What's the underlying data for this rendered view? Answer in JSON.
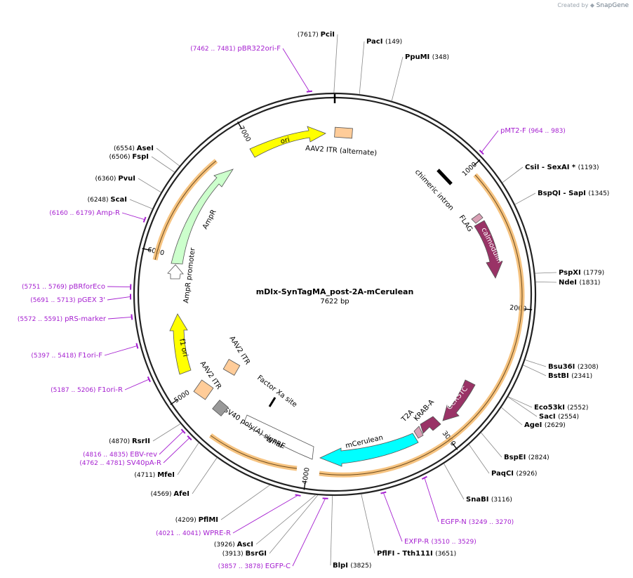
{
  "credit": {
    "prefix": "Created by",
    "brand": "SnapGene"
  },
  "plasmid": {
    "name": "mDlx-SynTagMA_post-2A-mCerulean",
    "length_label": "7622 bp",
    "length": 7622
  },
  "ticks": [
    {
      "pos": 1000,
      "label": "1000"
    },
    {
      "pos": 2000,
      "label": "2000"
    },
    {
      "pos": 3000,
      "label": "3000"
    },
    {
      "pos": 4000,
      "label": "4000"
    },
    {
      "pos": 5000,
      "label": "5000"
    },
    {
      "pos": 6000,
      "label": "6000"
    },
    {
      "pos": 7000,
      "label": "7000"
    }
  ],
  "enzymes": [
    {
      "pos": 7617,
      "name": "PciI",
      "num": "(7617)",
      "side": "left"
    },
    {
      "pos": 149,
      "name": "PacI",
      "num": "(149)",
      "side": "right"
    },
    {
      "pos": 348,
      "name": "PpuMI",
      "num": "(348)",
      "side": "right"
    },
    {
      "pos": 1193,
      "name": "CsiI  - SexAI *",
      "num": "(1193)",
      "side": "right"
    },
    {
      "pos": 1345,
      "name": "BspQI  - SapI",
      "num": "(1345)",
      "side": "right"
    },
    {
      "pos": 1779,
      "name": "PspXI",
      "num": "(1779)",
      "side": "right"
    },
    {
      "pos": 1831,
      "name": "NdeI",
      "num": "(1831)",
      "side": "right"
    },
    {
      "pos": 2308,
      "name": "Bsu36I",
      "num": "(2308)",
      "side": "right"
    },
    {
      "pos": 2341,
      "name": "BstBI",
      "num": "(2341)",
      "side": "right"
    },
    {
      "pos": 2552,
      "name": "Eco53kI",
      "num": "(2552)",
      "side": "right"
    },
    {
      "pos": 2554,
      "name": "SacI",
      "num": "(2554)",
      "side": "right"
    },
    {
      "pos": 2629,
      "name": "AgeI",
      "num": "(2629)",
      "side": "right"
    },
    {
      "pos": 2824,
      "name": "BspEI",
      "num": "(2824)",
      "side": "right"
    },
    {
      "pos": 2926,
      "name": "PaqCI",
      "num": "(2926)",
      "side": "right"
    },
    {
      "pos": 3116,
      "name": "SnaBI",
      "num": "(3116)",
      "side": "right"
    },
    {
      "pos": 3651,
      "name": "PflFI  - Tth111I",
      "num": "(3651)",
      "side": "right"
    },
    {
      "pos": 3825,
      "name": "BlpI",
      "num": "(3825)",
      "side": "right"
    },
    {
      "pos": 3913,
      "name": "BsrGI",
      "num": "(3913)",
      "side": "left"
    },
    {
      "pos": 3926,
      "name": "AscI",
      "num": "(3926)",
      "side": "left"
    },
    {
      "pos": 4209,
      "name": "PflMI",
      "num": "(4209)",
      "side": "left"
    },
    {
      "pos": 4569,
      "name": "AfeI",
      "num": "(4569)",
      "side": "left"
    },
    {
      "pos": 4711,
      "name": "MfeI",
      "num": "(4711)",
      "side": "left"
    },
    {
      "pos": 4870,
      "name": "RsrII",
      "num": "(4870)",
      "side": "left"
    },
    {
      "pos": 6248,
      "name": "ScaI",
      "num": "(6248)",
      "side": "left"
    },
    {
      "pos": 6360,
      "name": "PvuI",
      "num": "(6360)",
      "side": "left"
    },
    {
      "pos": 6506,
      "name": "FspI",
      "num": "(6506)",
      "side": "left"
    },
    {
      "pos": 6554,
      "name": "AseI",
      "num": "(6554)",
      "side": "left"
    }
  ],
  "primers": [
    {
      "pos": 7471,
      "name": "pBR322ori-F",
      "range": "(7462 .. 7481)",
      "side": "left"
    },
    {
      "pos": 973,
      "name": "pMT2-F",
      "range": "(964 .. 983)",
      "side": "right"
    },
    {
      "pos": 3259,
      "name": "EGFP-N",
      "range": "(3249 .. 3270)",
      "side": "right"
    },
    {
      "pos": 3519,
      "name": "EXFP-R",
      "range": "(3510 .. 3529)",
      "side": "right"
    },
    {
      "pos": 3867,
      "name": "EGFP-C",
      "range": "(3857 .. 3878)",
      "side": "left"
    },
    {
      "pos": 4031,
      "name": "WPRE-R",
      "range": "(4021 .. 4041)",
      "side": "left"
    },
    {
      "pos": 4771,
      "name": "SV40pA-R",
      "range": "(4762 .. 4781)",
      "side": "left"
    },
    {
      "pos": 4825,
      "name": "EBV-rev",
      "range": "(4816 .. 4835)",
      "side": "left"
    },
    {
      "pos": 5196,
      "name": "F1ori-R",
      "range": "(5187 .. 5206)",
      "side": "left"
    },
    {
      "pos": 5407,
      "name": "F1ori-F",
      "range": "(5397 .. 5418)",
      "side": "left"
    },
    {
      "pos": 5581,
      "name": "pRS-marker",
      "range": "(5572 .. 5591)",
      "side": "left"
    },
    {
      "pos": 5702,
      "name": "pGEX 3'",
      "range": "(5691 .. 5713)",
      "side": "left"
    },
    {
      "pos": 5760,
      "name": "pBRforEco",
      "range": "(5751 .. 5769)",
      "side": "left"
    },
    {
      "pos": 6170,
      "name": "Amp-R",
      "range": "(6160 .. 6179)",
      "side": "left"
    }
  ],
  "features": [
    {
      "name": "ori",
      "label": "ori",
      "start": 7290,
      "end": 7540,
      "type": "arrow",
      "color": "#ffff00"
    },
    {
      "name": "aav2-itr-alternate",
      "label": "AAV2 ITR (alternate)",
      "type": "box",
      "color": "#ffcc99"
    },
    {
      "name": "chimeric-intron",
      "label": "chimeric intron",
      "type": "bar",
      "color": "#000000"
    },
    {
      "name": "flag",
      "label": "FLAG",
      "type": "small-arrow",
      "color": "#d9a0b5"
    },
    {
      "name": "calmodulin",
      "label": "calmodulin",
      "type": "arrow",
      "color": "#993366"
    },
    {
      "name": "ccr5tc",
      "label": "CCR5TC",
      "type": "arrow",
      "color": "#993366"
    },
    {
      "name": "krab-a",
      "label": "KRAB-A",
      "type": "arrow",
      "color": "#993366"
    },
    {
      "name": "t2a",
      "label": "T2A",
      "type": "small-arrow",
      "color": "#d9a0b5"
    },
    {
      "name": "mcerulean",
      "label": "mCerulean",
      "type": "arrow",
      "color": "#00ffff"
    },
    {
      "name": "factor-xa-site",
      "label": "Factor Xa site",
      "type": "bar",
      "color": "#000000"
    },
    {
      "name": "wpre",
      "label": "WPRE",
      "type": "arrow",
      "color": "#ffffff"
    },
    {
      "name": "sv40-polya",
      "label": "SV40 poly(A) signal",
      "type": "arrow",
      "color": "#ffffff"
    },
    {
      "name": "aav2-itr-2",
      "label": "AAV2 ITR",
      "type": "box",
      "color": "#ffcc99"
    },
    {
      "name": "aav2-itr-1",
      "label": "AAV2 ITR",
      "type": "box",
      "color": "#ffcc99"
    },
    {
      "name": "grey-box",
      "label": "",
      "type": "box",
      "color": "#999999"
    },
    {
      "name": "f1-ori",
      "label": "f1 ori",
      "type": "arrow",
      "color": "#ffff00"
    },
    {
      "name": "ampr-promoter",
      "label": "AmpR promoter",
      "type": "arrow",
      "color": "#ffffff"
    },
    {
      "name": "ampr",
      "label": "AmpR",
      "type": "arrow",
      "color": "#ccffcc"
    }
  ],
  "colors": {
    "backbone": "#222222",
    "highlight": "#f4b96a",
    "primer": "#a51fd0"
  }
}
